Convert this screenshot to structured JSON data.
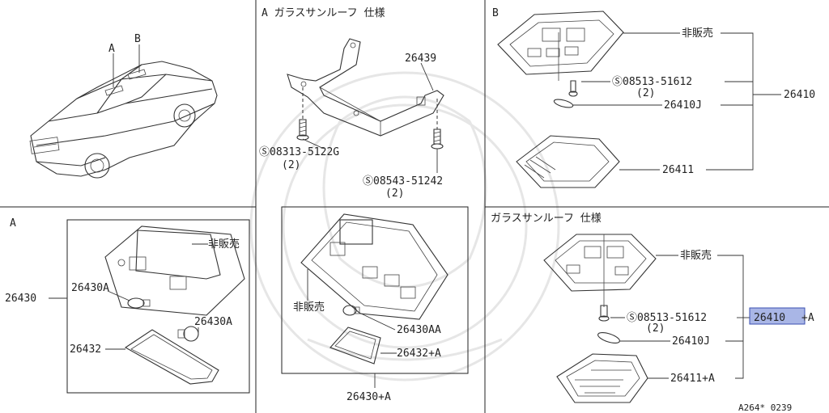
{
  "labels": {
    "top_left": {
      "mark_a": "A",
      "mark_b": "B"
    },
    "top_mid": {
      "title": "A ガラスサンルーフ 仕様",
      "part_26439": "26439",
      "bolt1": "Ⓢ08313-5122G",
      "bolt1_qty": "(2)",
      "bolt2": "Ⓢ08543-51242",
      "bolt2_qty": "(2)"
    },
    "top_right": {
      "title": "B",
      "not_sold": "非販売",
      "screw": "Ⓢ08513-51612",
      "screw_qty": "(2)",
      "bulb": "26410J",
      "assy": "26410",
      "lens": "26411"
    },
    "bottom_left": {
      "title": "A",
      "assy": "26430",
      "not_sold": "非販売",
      "bulb1": "26430A",
      "bulb2": "26430A",
      "lens": "26432"
    },
    "bottom_mid": {
      "not_sold": "非販売",
      "bulb": "26430AA",
      "lens": "26432+A",
      "assy": "26430+A"
    },
    "bottom_right": {
      "title": "ガラスサンルーフ 仕様",
      "not_sold": "非販売",
      "screw": "Ⓢ08513-51612",
      "screw_qty": "(2)",
      "assy": "26410",
      "assy_suffix": "+A",
      "bulb": "26410J",
      "lens": "26411+A"
    },
    "footer_code": "A264* 0239"
  },
  "colors": {
    "line": "#333333",
    "highlight_fill": "#a9b6e6",
    "highlight_border": "#3a4fb0",
    "watermark": "#e6e6e6"
  }
}
